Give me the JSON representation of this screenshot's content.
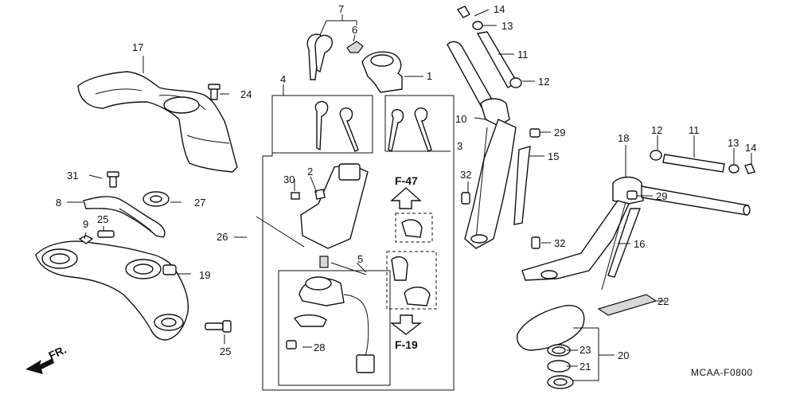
{
  "callouts": {
    "c1": "1",
    "c2": "2",
    "c3": "3",
    "c4": "4",
    "c5": "5",
    "c6": "6",
    "c7": "7",
    "c8": "8",
    "c9": "9",
    "c10": "10",
    "c11a": "11",
    "c11b": "11",
    "c12a": "12",
    "c12b": "12",
    "c13a": "13",
    "c13b": "13",
    "c14a": "14",
    "c14b": "14",
    "c15": "15",
    "c16": "16",
    "c17": "17",
    "c18": "18",
    "c19": "19",
    "c20": "20",
    "c21": "21",
    "c22": "22",
    "c23": "23",
    "c24": "24",
    "c25a": "25",
    "c25b": "25",
    "c26": "26",
    "c27": "27",
    "c28": "28",
    "c29a": "29",
    "c29b": "29",
    "c30": "30",
    "c31": "31",
    "c32a": "32",
    "c32b": "32"
  },
  "refs": {
    "up": "F-47",
    "down": "F-19"
  },
  "front_label": "FR.",
  "diagram_code": "MCAA-F0800"
}
